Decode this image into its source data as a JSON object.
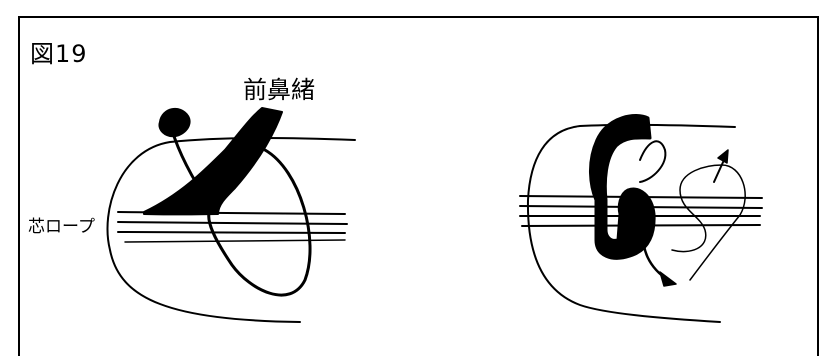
{
  "figure": {
    "title": "図19",
    "label_top": "前鼻緒",
    "label_left": "芯ロープ"
  }
}
